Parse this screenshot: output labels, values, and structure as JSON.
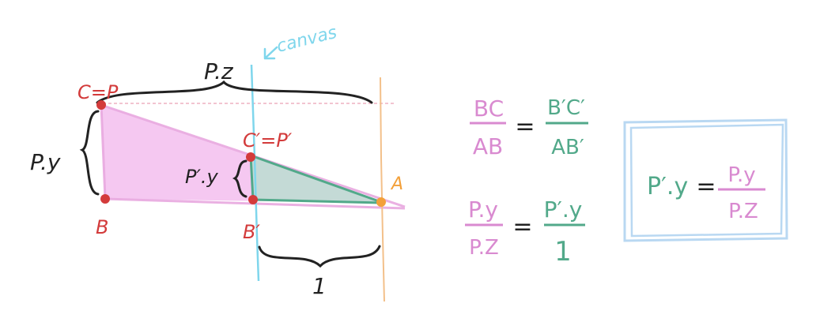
{
  "colors": {
    "pink": "#d98ad0",
    "pink_fill": "#f2b6ec",
    "red": "#d33b3b",
    "teal": "#52a98a",
    "teal_fill": "#bfdcd3",
    "cyan": "#7fd6ec",
    "orange": "#f3c08a",
    "ink": "#222222",
    "box": "#b9d8f2"
  },
  "diagram": {
    "label_pz": "P.z",
    "label_canvas": "canvas",
    "label_c_eq_p": "C=P",
    "label_b": "B",
    "label_py": "P.y",
    "label_c_prime_eq_p_prime": "C′=P′",
    "label_p_prime_y": "P′.y",
    "label_b_prime": "B′",
    "label_a": "A",
    "label_one": "1"
  },
  "equations": {
    "eq1": {
      "lhs_num": "BC",
      "lhs_den": "AB",
      "eq": "=",
      "rhs_num": "B′C′",
      "rhs_den": "AB′"
    },
    "eq2": {
      "lhs_num": "P.y",
      "lhs_den": "P.Z",
      "eq": "=",
      "rhs_num": "P′.y",
      "rhs_den": "1"
    },
    "result": {
      "lhs": "P′.y",
      "eq": "=",
      "rhs_num": "P.y",
      "rhs_den": "P.Z"
    }
  }
}
